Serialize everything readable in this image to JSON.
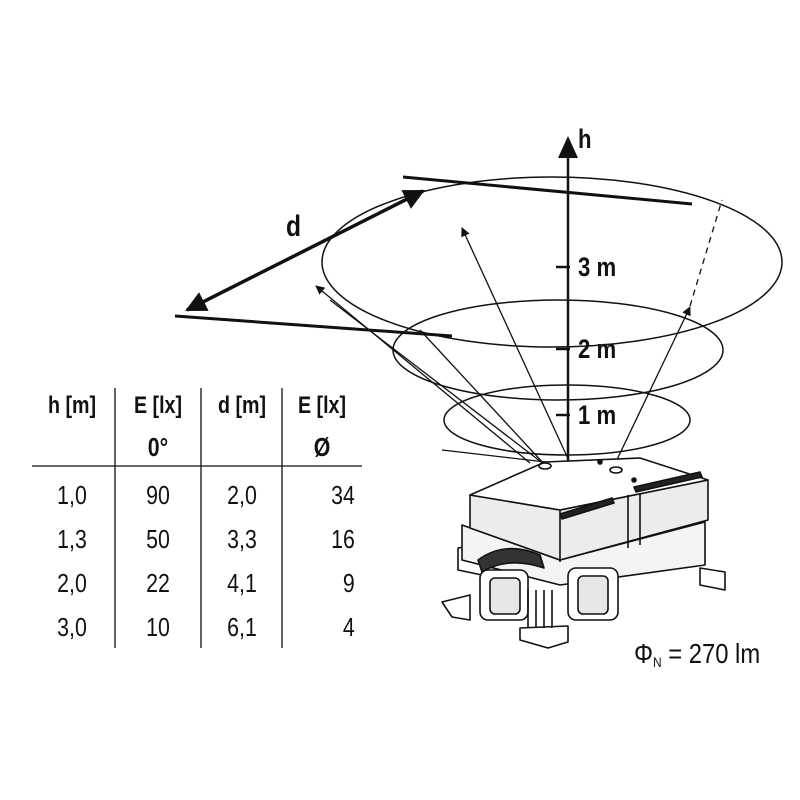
{
  "diagram": {
    "axis_label": "h",
    "distance_label": "d",
    "height_marks": [
      "1 m",
      "2 m",
      "3 m"
    ]
  },
  "table": {
    "headers": [
      "h [m]",
      "E [lx]",
      "d [m]",
      "E [lx]"
    ],
    "subheaders": [
      "",
      "0°",
      "",
      "Ø"
    ],
    "rows": [
      [
        "1,0",
        "90",
        "2,0",
        "34"
      ],
      [
        "1,3",
        "50",
        "3,3",
        "16"
      ],
      [
        "2,0",
        "22",
        "4,1",
        "9"
      ],
      [
        "3,0",
        "10",
        "6,1",
        "4"
      ]
    ]
  },
  "flux": {
    "symbol": "Φ",
    "subscript": "N",
    "value": "= 270 lm"
  }
}
